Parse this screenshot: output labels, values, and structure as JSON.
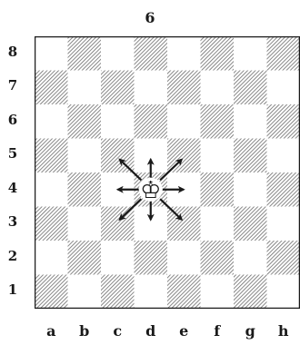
{
  "figure_number": "6",
  "board": {
    "ranks": [
      "8",
      "7",
      "6",
      "5",
      "4",
      "3",
      "2",
      "1"
    ],
    "files": [
      "a",
      "b",
      "c",
      "d",
      "e",
      "f",
      "g",
      "h"
    ],
    "piece": {
      "name": "king",
      "color": "white",
      "square": "d4",
      "icon": "king-icon"
    },
    "arrows": [
      "N",
      "NE",
      "E",
      "SE",
      "S",
      "SW",
      "W",
      "NW"
    ],
    "colors": {
      "light": "#ffffff",
      "dark_hatch": "#6b6b6b",
      "ink": "#1a1a1a"
    }
  }
}
